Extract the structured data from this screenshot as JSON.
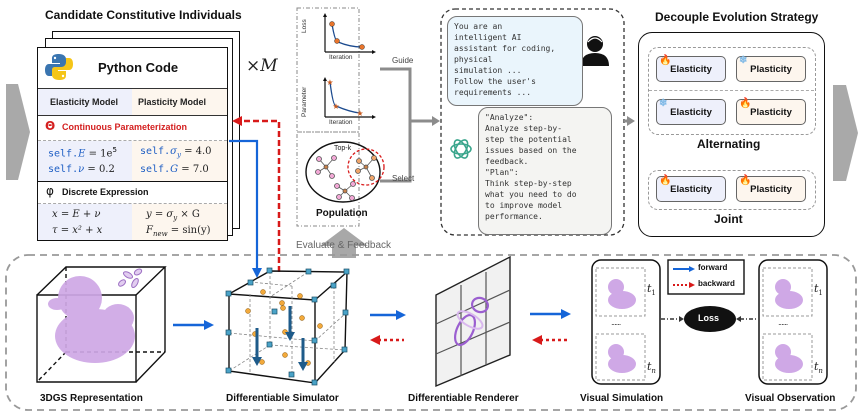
{
  "candidate": {
    "title": "Candidate Constitutive Individuals",
    "multiplier": "×M",
    "python_label": "Python Code",
    "elasticity_model": "Elasticity Model",
    "plasticity_model": "Plasticity Model",
    "theta_symbol": "Θ",
    "continuous_title": "Continuous Parameterization",
    "params": {
      "e_left": "self.",
      "e_var": "E",
      "e_val": " = 1e",
      "e_exp": "5",
      "nu_left": "self.",
      "nu_var": "ν",
      "nu_val": " = 0.2",
      "sy_left": "self.",
      "sy_var": "σ",
      "sy_sub": "y",
      "sy_val": " = 4.0",
      "g_left": "self.",
      "g_var": "G",
      "g_val": " = 7.0"
    },
    "phi_symbol": "φ",
    "discrete_title": "Discrete Expression",
    "expr": {
      "x_eq": "x = E + ν",
      "tau_eq": "τ = x² + x",
      "y_eq": "y = σ",
      "y_sub": "y",
      "y_rest": " × G",
      "f_eq": "F",
      "f_sub": "new",
      "f_rest": " = sin(y)"
    }
  },
  "plots": {
    "loss_ylabel": "Loss",
    "loss_xlabel": "Iteration",
    "param_ylabel": "Parameter",
    "param_xlabel": "Iteration",
    "topk_label": "Top-k",
    "population_label": "Population",
    "guide_label": "Guide",
    "select_label": "Select"
  },
  "llm": {
    "system_prompt": "You are an\nintelligent AI\nassistant for coding,\nphysical\nsimulation ...\nFollow the user's\nrequirements ...",
    "response": "\"Analyze\":\nAnalyze step-by-\nstep the potential\nissues based on the\nfeedback.\n\"Plan\":\nThink step-by-step\nwhat you need to do\nto improve model\nperformance."
  },
  "strategy": {
    "title": "Decouple Evolution Strategy",
    "alternating_label": "Alternating",
    "joint_label": "Joint",
    "elasticity": "Elasticity",
    "plasticity": "Plasticity",
    "fire_icon": "🔥",
    "snow_icon": "❄"
  },
  "feedback_label": "Evaluate & Feedback",
  "pipeline": {
    "gs_label": "3DGS Representation",
    "simulator_label": "Differentiable Simulator",
    "renderer_label": "Differentiable Renderer",
    "vis_sim_label": "Visual Simulation",
    "vis_obs_label": "Visual Observation",
    "loss_label": "Loss",
    "t1": "t",
    "t1_sub": "1",
    "tn": "t",
    "tn_sub": "n",
    "dots": "......",
    "legend_forward": "forward",
    "legend_backward": "backward"
  },
  "colors": {
    "forward": "#1565d8",
    "backward": "#d81a1a",
    "duck": "#cfa8e6",
    "elastic_bg": "#eef0fb",
    "plastic_bg": "#fdf6ee",
    "grey_arrow": "#a8a8a8"
  }
}
